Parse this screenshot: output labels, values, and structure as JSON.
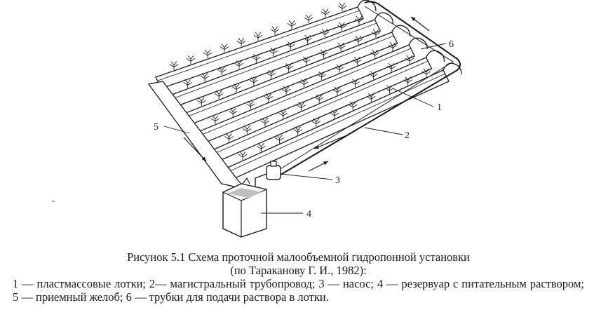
{
  "callouts": {
    "c1": "1",
    "c2": "2",
    "c3": "3",
    "c4": "4",
    "c5": "5",
    "c6": "6"
  },
  "stray_mark": "-",
  "caption": {
    "title_line1": "Рисунок 5.1 Схема проточной малообъемной гидропонной установки",
    "title_line2": "(по Тараканову Г. И., 1982):",
    "legend": "1 — пластмассовые лотки; 2— магистральный трубопровод; 3 — насос; 4 — резервуар с питательным раствором; 5 — приемный желоб; 6 — трубки для подачи раствора в лотки."
  }
}
